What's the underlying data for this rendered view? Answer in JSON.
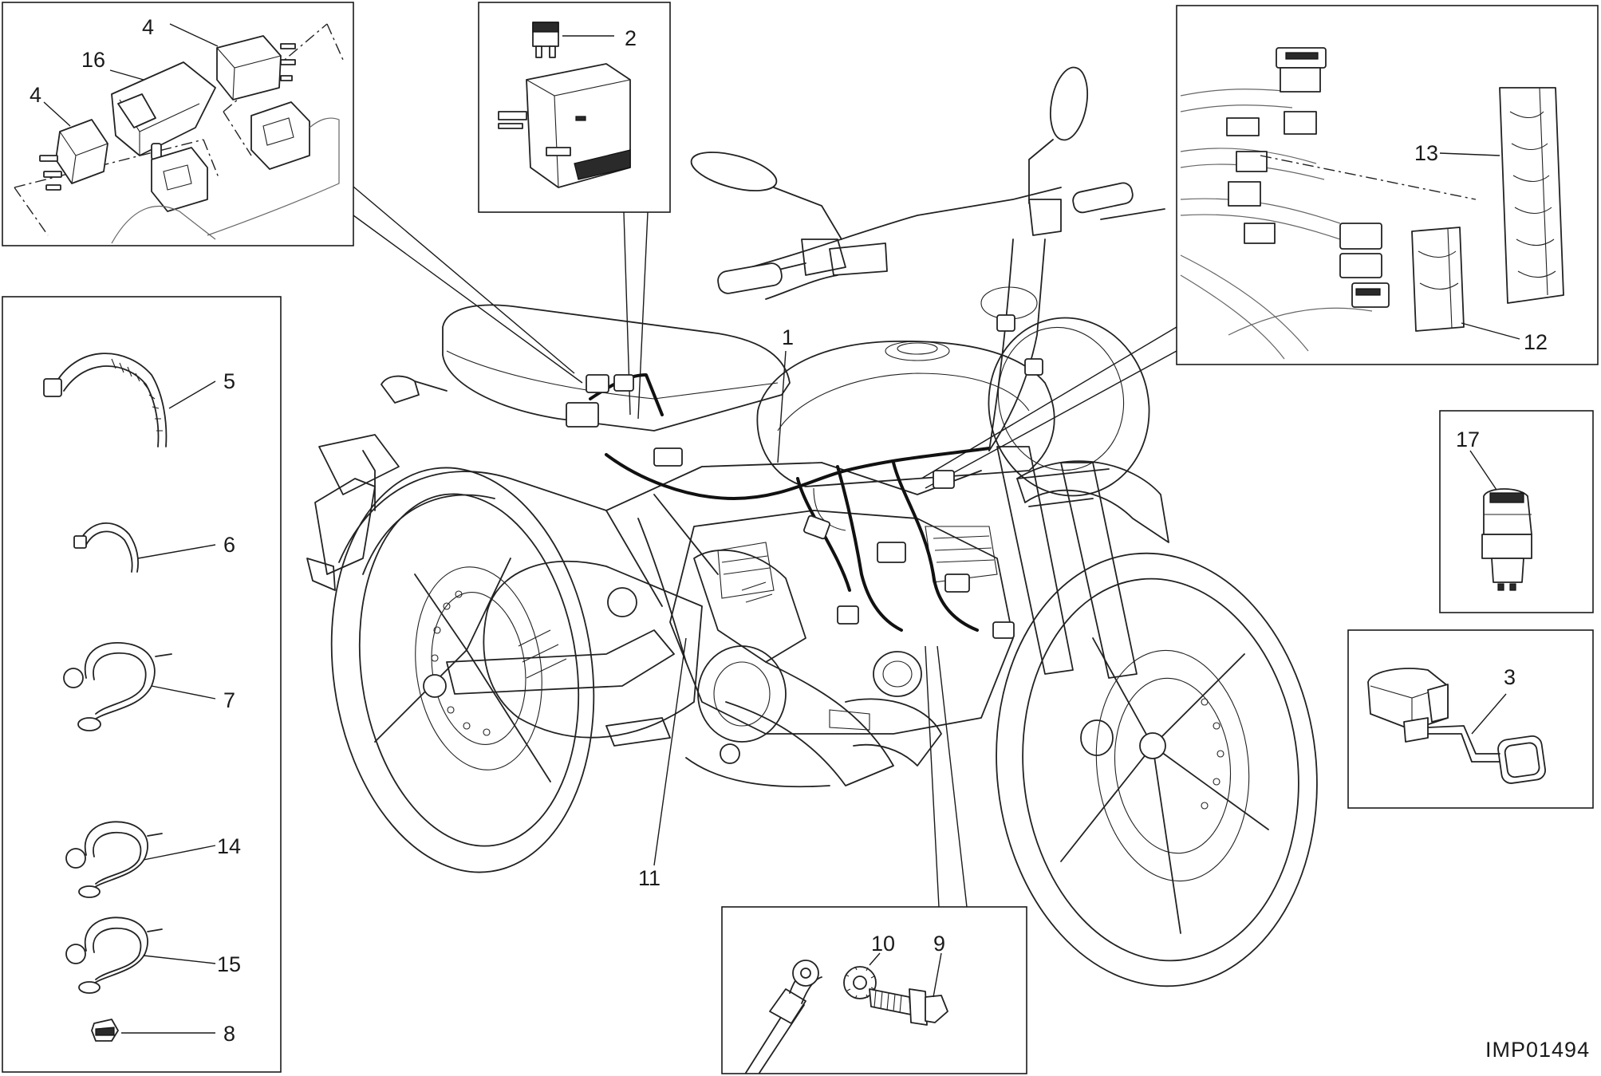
{
  "diagram": {
    "reference_code": "IMP01494",
    "callouts": [
      {
        "id": "c1",
        "text": "1"
      },
      {
        "id": "c2",
        "text": "2"
      },
      {
        "id": "c3",
        "text": "3"
      },
      {
        "id": "c4a",
        "text": "4"
      },
      {
        "id": "c4b",
        "text": "4"
      },
      {
        "id": "c5",
        "text": "5"
      },
      {
        "id": "c6",
        "text": "6"
      },
      {
        "id": "c7",
        "text": "7"
      },
      {
        "id": "c8",
        "text": "8"
      },
      {
        "id": "c9",
        "text": "9"
      },
      {
        "id": "c10",
        "text": "10"
      },
      {
        "id": "c11",
        "text": "11"
      },
      {
        "id": "c12",
        "text": "12"
      },
      {
        "id": "c13",
        "text": "13"
      },
      {
        "id": "c14",
        "text": "14"
      },
      {
        "id": "c15",
        "text": "15"
      },
      {
        "id": "c16",
        "text": "16"
      },
      {
        "id": "c17",
        "text": "17"
      }
    ]
  }
}
